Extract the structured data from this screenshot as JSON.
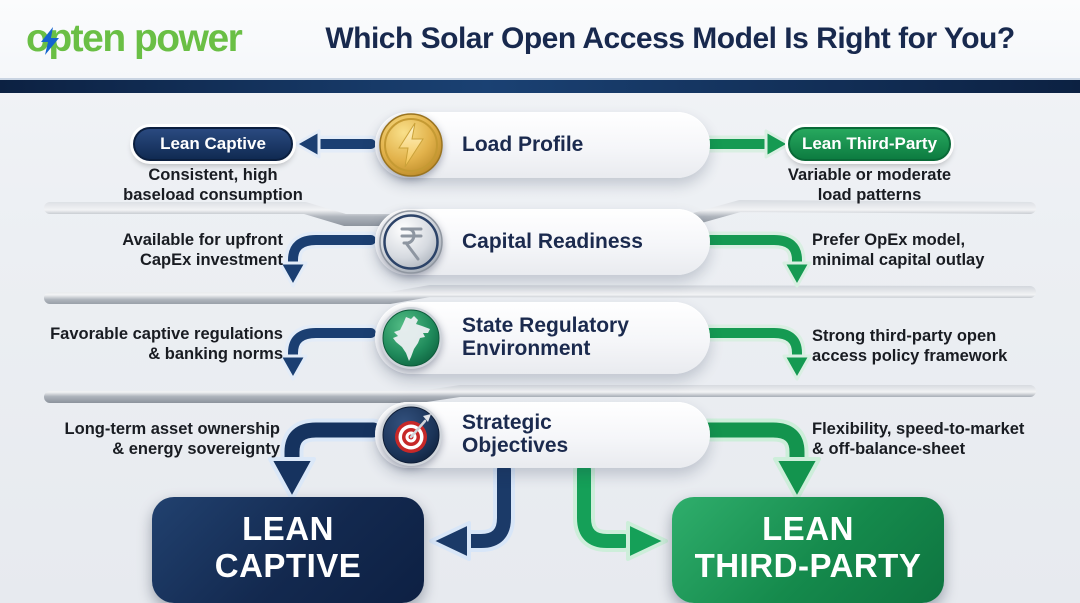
{
  "brand": {
    "name": "opten power",
    "lightning_icon": "lightning-bolt",
    "color_green": "#6abf45",
    "bolt_blue": "#1464cf"
  },
  "header": {
    "title": "Which Solar Open Access Model Is Right for You?"
  },
  "colors": {
    "navy_arrow": "#1b3f72",
    "green_arrow": "#159a52",
    "navy_box": "#13294f",
    "green_box": "#158a4c",
    "title_navy": "#18294e",
    "capsule_label": "#1b2a4e",
    "metal_divider": "#aab0b9"
  },
  "rows": [
    {
      "label": "Load Profile",
      "icon": "lightning-coin-icon",
      "left": {
        "badge": "Lean Captive",
        "text": "Consistent, high baseload consumption"
      },
      "right": {
        "badge": "Lean Third-Party",
        "text": "Variable or moderate load patterns"
      }
    },
    {
      "label": "Capital Readiness",
      "icon": "rupee-coin-icon",
      "left": {
        "text": "Available for upfront CapEx investment"
      },
      "right": {
        "text": "Prefer OpEx model, minimal capital outlay"
      }
    },
    {
      "label": "State Regulatory Environment",
      "icon": "india-map-coin-icon",
      "left": {
        "text": "Favorable captive regulations & banking norms"
      },
      "right": {
        "text": "Strong third-party open access policy framework"
      }
    },
    {
      "label": "Strategic Objectives",
      "icon": "target-dart-coin-icon",
      "left": {
        "text": "Long-term asset ownership & energy sovereignty"
      },
      "right": {
        "text": "Flexibility, speed-to-market & off-balance-sheet"
      }
    }
  ],
  "outcomes": {
    "captive": {
      "line1": "LEAN",
      "line2": "CAPTIVE"
    },
    "third_party": {
      "line1": "LEAN",
      "line2": "THIRD-PARTY"
    }
  }
}
